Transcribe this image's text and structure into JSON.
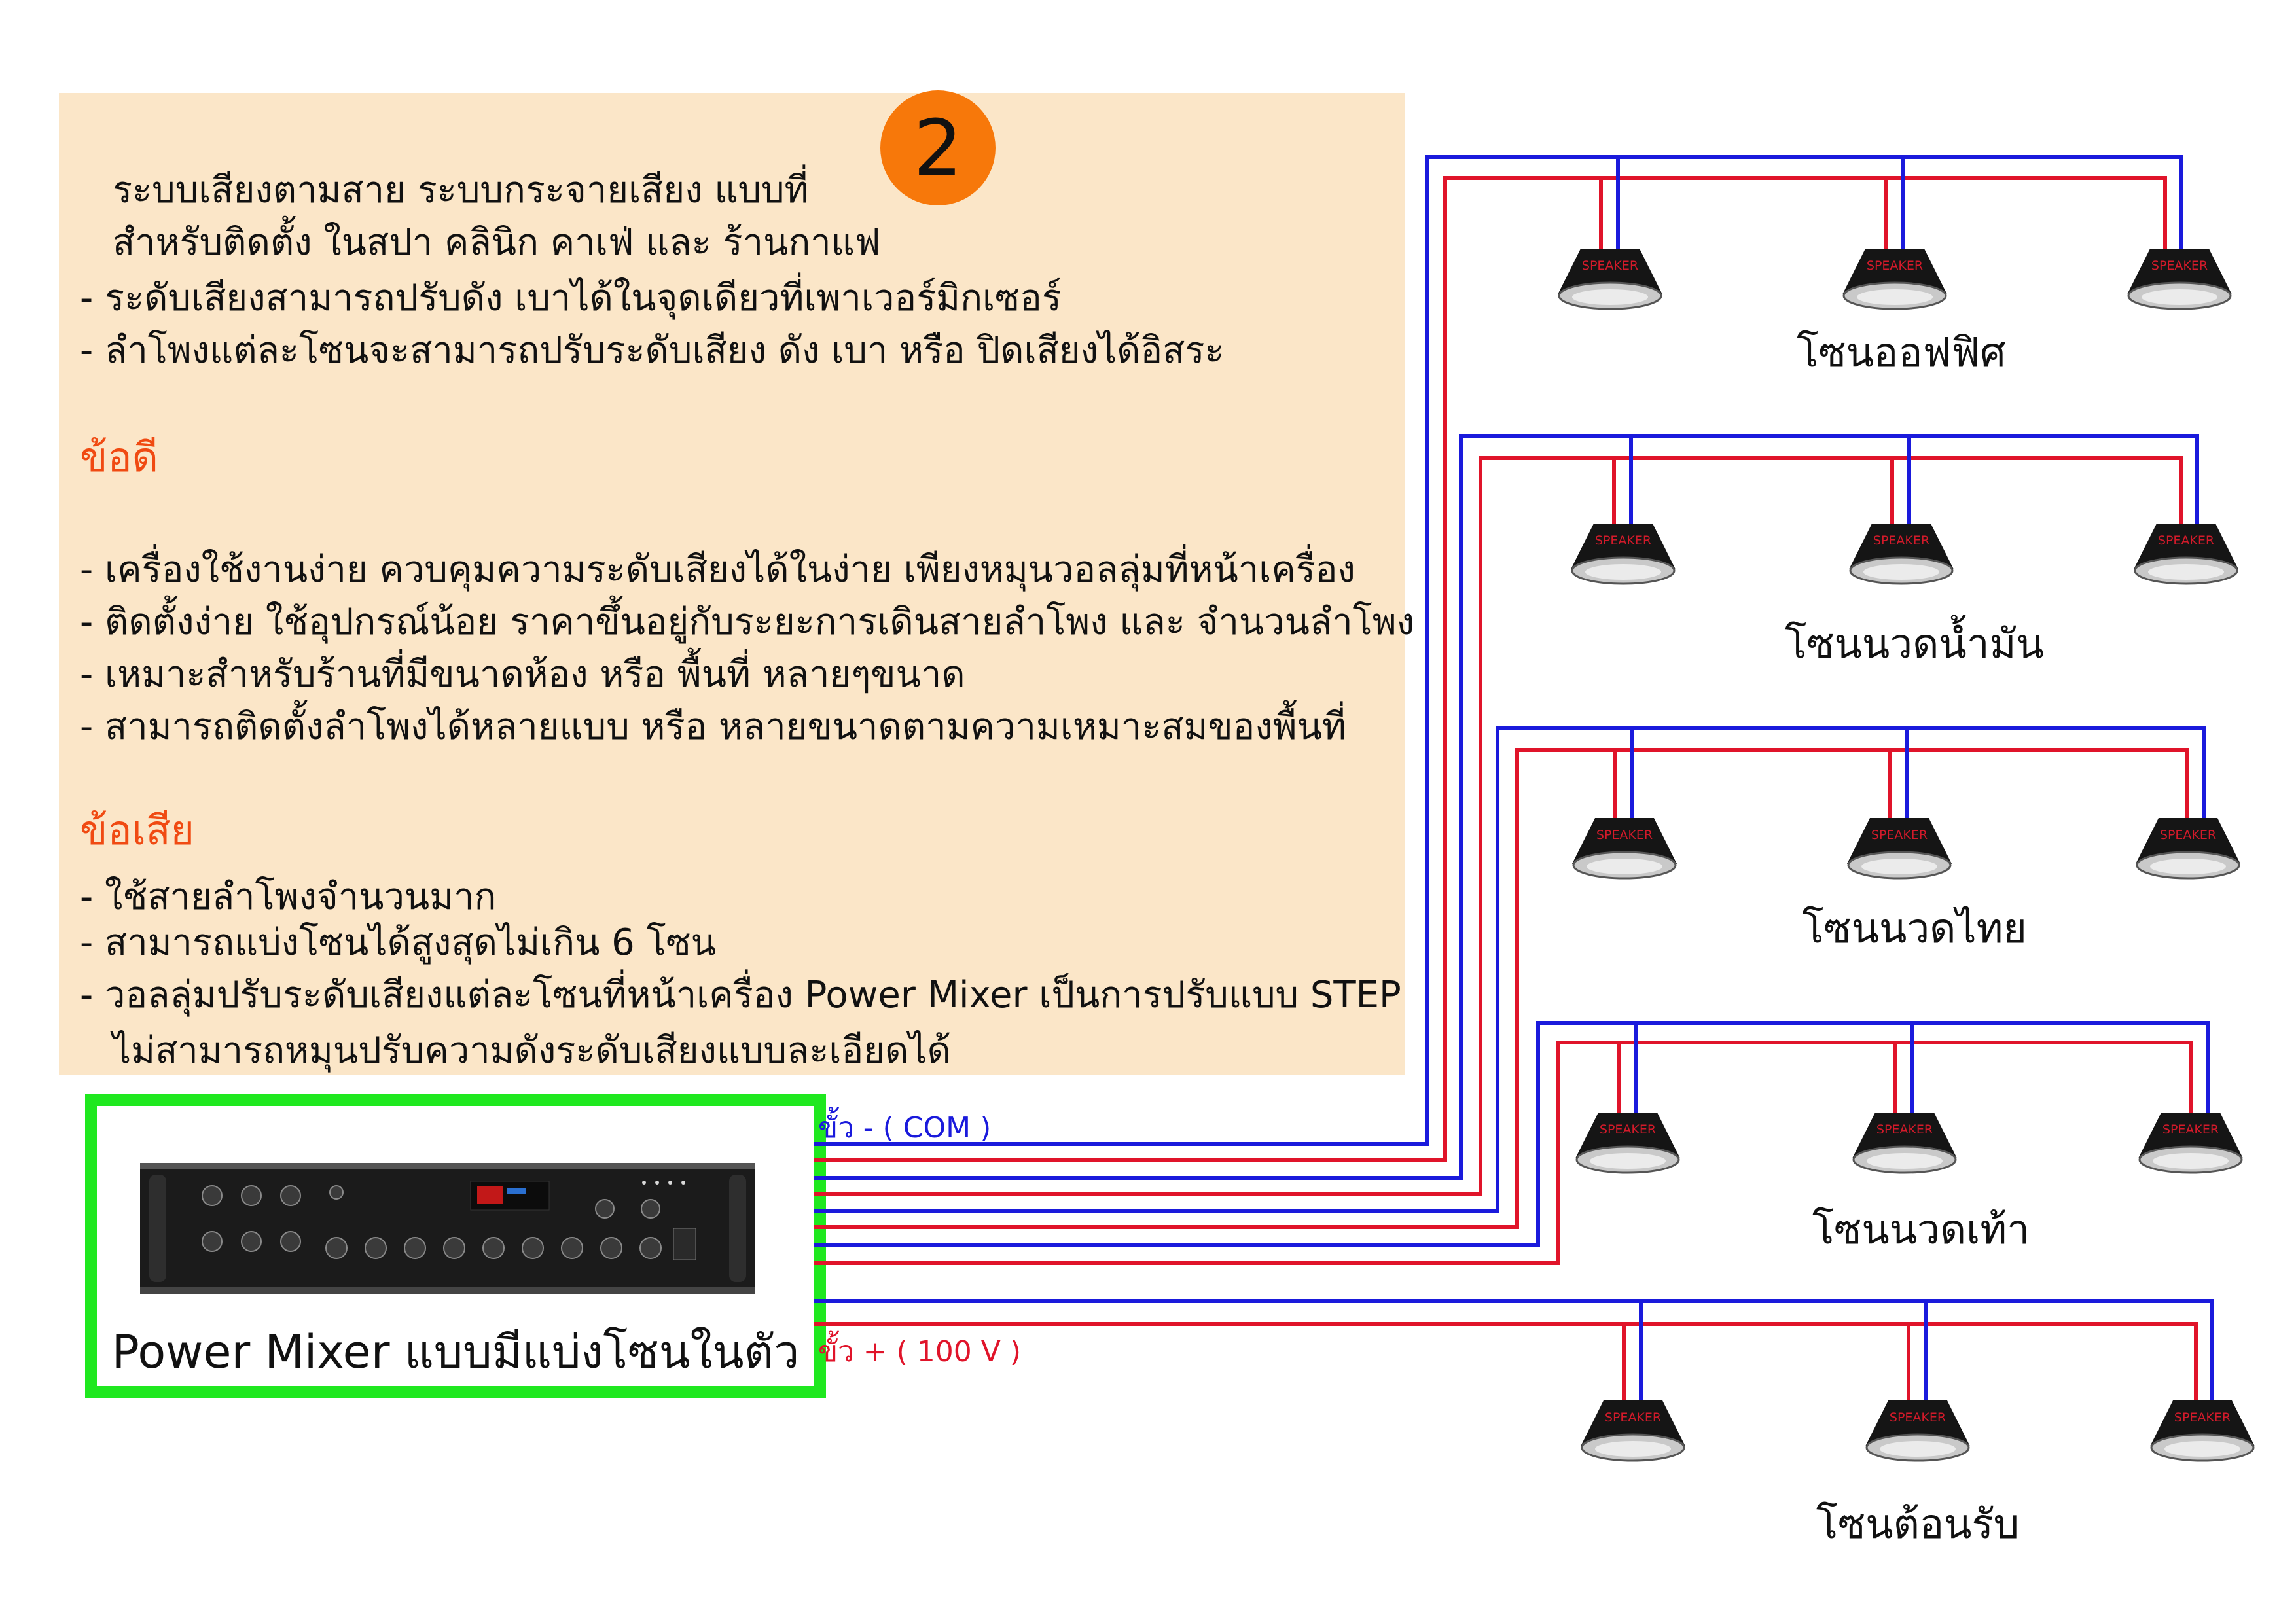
{
  "badge": {
    "number": "2"
  },
  "intro": {
    "line1": "ระบบเสียงตามสาย ระบบกระจายเสียง แบบที่",
    "line2": "สำหรับติดตั้ง ในสปา คลินิก คาเฟ่  และ ร้านกาแฟ",
    "bullets": [
      "ระดับเสียงสามารถปรับดัง เบาได้ในจุดเดียวที่เพาเวอร์มิกเซอร์",
      "ลำโพงแต่ละโซนจะสามารถปรับระดับเสียง ดัง เบา หรือ ปิดเสียงได้อิสระ"
    ]
  },
  "pros": {
    "heading": "ข้อดี",
    "bullets": [
      "เครื่องใช้งานง่าย ควบคุมความระดับเสียงได้ในง่าย เพียงหมุนวอลลุ่มที่หน้าเครื่อง",
      "ติดตั้งง่าย ใช้อุปกรณ์น้อย ราคาขึ้นอยู่กับระยะการเดินสายลำโพง และ จำนวนลำโพง",
      "เหมาะสำหรับร้านที่มีขนาดห้อง หรือ พื้นที่ หลายๆขนาด",
      "สามารถติดตั้งลำโพงได้หลายแบบ หรือ หลายขนาดตามความเหมาะสมของพื้นที่"
    ]
  },
  "cons": {
    "heading": "ข้อเสีย",
    "bullets": [
      "ใช้สายลำโพงจำนวนมาก",
      "สามารถแบ่งโซนได้สูงสุดไม่เกิน 6 โซน",
      "วอลลุ่มปรับระดับเสียงแต่ละโซนที่หน้าเครื่อง Power Mixer เป็นการปรับแบบ STEP"
    ],
    "continuation": "ไม่สามารถหมุนปรับความดังระดับเสียงแบบละเอียดได้"
  },
  "mixer": {
    "label": "Power Mixer แบบมีแบ่งโซนในตัว"
  },
  "polarity": {
    "negative": "ขั้ว  -  ( COM )",
    "positive": "ขั้ว  +  ( 100 V )"
  },
  "speaker_text": "SPEAKER",
  "zones": [
    {
      "label": "โซนออฟฟิศ"
    },
    {
      "label": "โซนนวดน้ำมัน"
    },
    {
      "label": "โซนนวดไทย"
    },
    {
      "label": "โซนนวดเท้า"
    },
    {
      "label": "โซนต้อนรับ"
    }
  ],
  "colors": {
    "panel_bg": "#fbe6c8",
    "badge": "#f7780a",
    "heading": "#f04a12",
    "wire_negative": "#1a1adc",
    "wire_positive": "#e0142a",
    "mixer_border": "#1fe81f"
  }
}
